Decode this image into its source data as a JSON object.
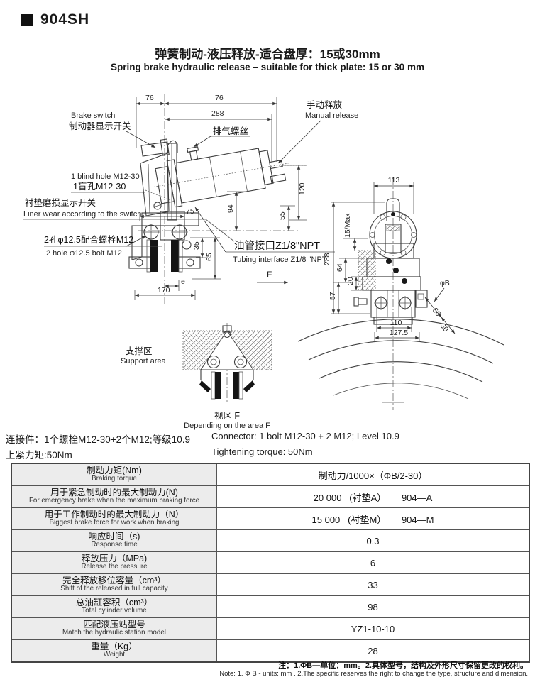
{
  "page": {
    "model": "904SH",
    "title_zh": "弹簧制动-液压释放-适合盘厚：15或30mm",
    "title_en": "Spring brake hydraulic release – suitable for thick plate: 15 or 30 mm"
  },
  "drawing": {
    "labels": {
      "brake_switch_en": "Brake switch",
      "brake_switch_zh": "制动器显示开关",
      "exhaust_screw_zh": "排气螺丝",
      "manual_release_zh": "手动释放",
      "manual_release_en": "Manual release",
      "blind_hole_en": "1 blind hole M12-30",
      "blind_hole_zh": "1盲孔M12-30",
      "liner_wear_zh": "衬垫磨损显示开关",
      "liner_wear_en": "Liner wear according to the switch",
      "bolt_hole_zh": "2孔φ12.5配合螺栓M12",
      "bolt_hole_en": "2 hole φ12.5 bolt M12",
      "tubing_zh": "油管接口Z1/8\"NPT",
      "tubing_en": "Tubing interface Z1/8 \"NPT",
      "support_area_zh": "支撑区",
      "support_area_en": "Support area",
      "view_f_zh": "视区 F",
      "view_f_en": "Depending on the area F",
      "f_label": "F"
    },
    "dims": {
      "d76a": "76",
      "d76b": "76",
      "d288": "288",
      "d120": "120",
      "d94": "94",
      "d55": "55",
      "d75": "75",
      "d35": "35",
      "d65": "65",
      "de": "e",
      "d170": "170",
      "d113": "113",
      "d288b": "288",
      "d15max": "15/Max",
      "d64": "64",
      "d20": "20",
      "d57": "57",
      "dphiB": "φB",
      "d60": "60",
      "d30": "30",
      "d110": "110",
      "d127_5": "127.5"
    }
  },
  "connector": {
    "zh_line1": "连接件：1个螺栓M12-30+2个M12;等级10.9",
    "zh_line2": "上紧力矩:50Nm",
    "en_line1": "Connector: 1 bolt M12-30 + 2 M12; Level 10.9",
    "en_line2": "Tightening torque: 50Nm"
  },
  "table": {
    "rows": [
      {
        "zh": "制动力矩(Nm)",
        "en": "Braking torque",
        "value": "制动力/1000×（ΦB/2-30）"
      },
      {
        "zh": "用于紧急制动时的最大制动力(N)",
        "en": "For emergency brake when the maximum braking force",
        "value": "20 000   (衬垫A）      904—A"
      },
      {
        "zh": "用于工作制动时的最大制动力（N）",
        "en": "Biggest brake force for work when braking",
        "value": "15 000   (衬垫M）      904—M"
      },
      {
        "zh": "响应时间（s)",
        "en": "Response time",
        "value": "0.3"
      },
      {
        "zh": "释放压力（MPa)",
        "en": "Release the pressure",
        "value": "6"
      },
      {
        "zh": "完全释放移位容量（cm³）",
        "en": "Shift of the released in full capacity",
        "value": "33"
      },
      {
        "zh": "总油缸容积（cm³）",
        "en": "Total cylinder volume",
        "value": "98"
      },
      {
        "zh": "匹配液压站型号",
        "en": "Match the hydraulic station model",
        "value": "YZ1-10-10"
      },
      {
        "zh": "重量（Kg）",
        "en": "Weight",
        "value": "28"
      }
    ]
  },
  "notes": {
    "zh": "注：1.ΦB—单位：mm。2.具体型号，结构及外形尺寸保留更改的权利。",
    "en": "Note: 1. Φ B - units: mm .  2.The specific reserves the right to change the type, structure and dimension."
  }
}
